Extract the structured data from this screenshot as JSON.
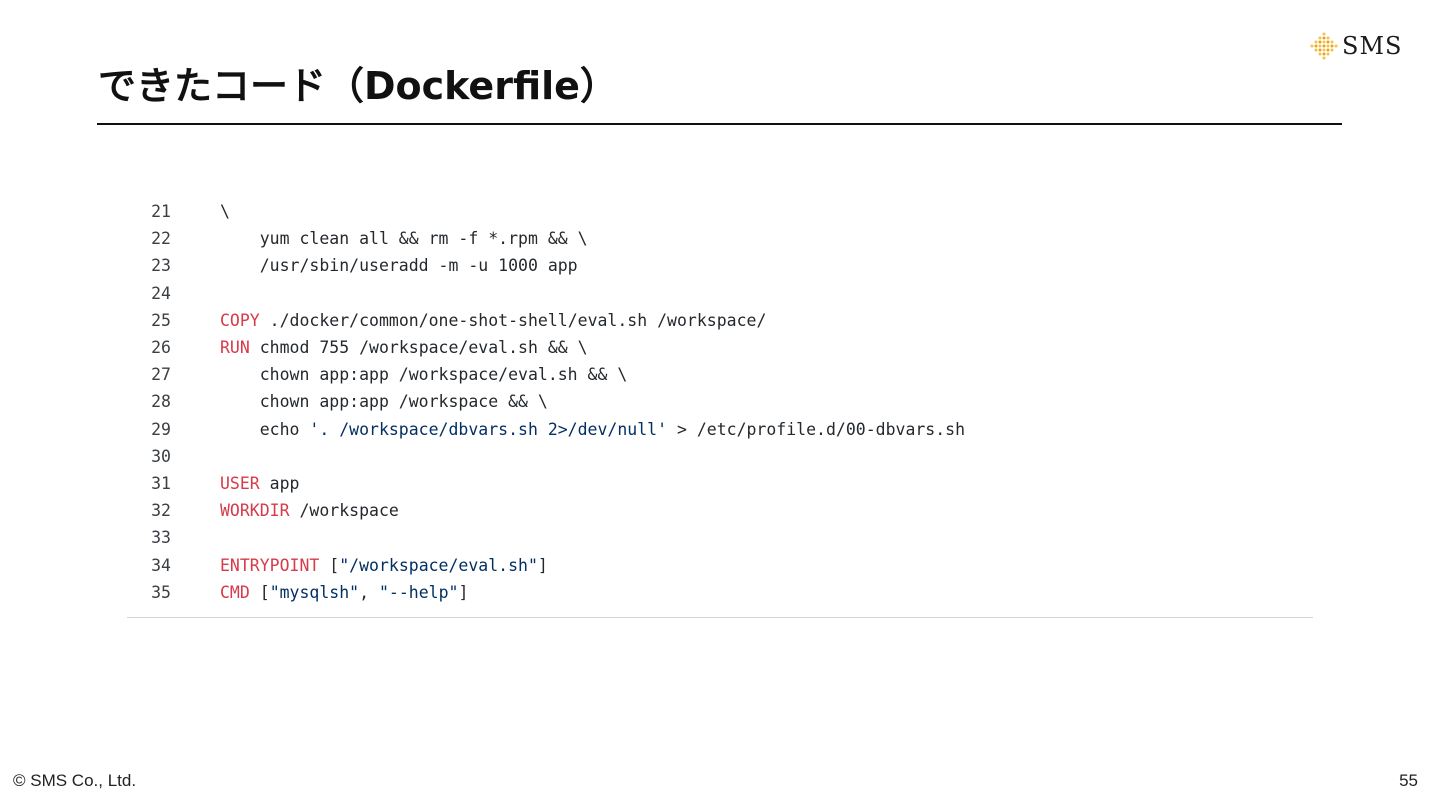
{
  "slide": {
    "title": "できたコード（Dockerfile）",
    "logo_text": "SMS",
    "logo_icon": "diamond-dot-icon",
    "copyright": "© SMS Co., Ltd.",
    "page_number": "55"
  },
  "colors": {
    "keyword": "#d73a49",
    "string": "#032f62",
    "text": "#24292e",
    "logo_accent": "#e8a317"
  },
  "code": {
    "lines": [
      {
        "num": "21",
        "tokens": [
          {
            "t": "\\",
            "k": "txt"
          }
        ]
      },
      {
        "num": "22",
        "tokens": [
          {
            "t": "    yum clean all && rm -f *.rpm && \\",
            "k": "txt"
          }
        ]
      },
      {
        "num": "23",
        "tokens": [
          {
            "t": "    /usr/sbin/useradd -m -u 1000 app",
            "k": "txt"
          }
        ]
      },
      {
        "num": "24",
        "tokens": []
      },
      {
        "num": "25",
        "tokens": [
          {
            "t": "COPY",
            "k": "kw"
          },
          {
            "t": " ./docker/common/one-shot-shell/eval.sh /workspace/",
            "k": "txt"
          }
        ]
      },
      {
        "num": "26",
        "tokens": [
          {
            "t": "RUN",
            "k": "kw"
          },
          {
            "t": " chmod 755 /workspace/eval.sh && \\",
            "k": "txt"
          }
        ]
      },
      {
        "num": "27",
        "tokens": [
          {
            "t": "    chown app:app /workspace/eval.sh && \\",
            "k": "txt"
          }
        ]
      },
      {
        "num": "28",
        "tokens": [
          {
            "t": "    chown app:app /workspace && \\",
            "k": "txt"
          }
        ]
      },
      {
        "num": "29",
        "tokens": [
          {
            "t": "    echo ",
            "k": "txt"
          },
          {
            "t": "'. /workspace/dbvars.sh 2>/dev/null'",
            "k": "str"
          },
          {
            "t": " > /etc/profile.d/00-dbvars.sh",
            "k": "txt"
          }
        ]
      },
      {
        "num": "30",
        "tokens": []
      },
      {
        "num": "31",
        "tokens": [
          {
            "t": "USER",
            "k": "kw"
          },
          {
            "t": " app",
            "k": "txt"
          }
        ]
      },
      {
        "num": "32",
        "tokens": [
          {
            "t": "WORKDIR",
            "k": "kw"
          },
          {
            "t": " /workspace",
            "k": "txt"
          }
        ]
      },
      {
        "num": "33",
        "tokens": []
      },
      {
        "num": "34",
        "tokens": [
          {
            "t": "ENTRYPOINT",
            "k": "kw"
          },
          {
            "t": " [",
            "k": "txt"
          },
          {
            "t": "\"/workspace/eval.sh\"",
            "k": "str"
          },
          {
            "t": "]",
            "k": "txt"
          }
        ]
      },
      {
        "num": "35",
        "tokens": [
          {
            "t": "CMD",
            "k": "kw"
          },
          {
            "t": " [",
            "k": "txt"
          },
          {
            "t": "\"mysqlsh\"",
            "k": "str"
          },
          {
            "t": ", ",
            "k": "txt"
          },
          {
            "t": "\"--help\"",
            "k": "str"
          },
          {
            "t": "]",
            "k": "txt"
          }
        ]
      }
    ]
  }
}
